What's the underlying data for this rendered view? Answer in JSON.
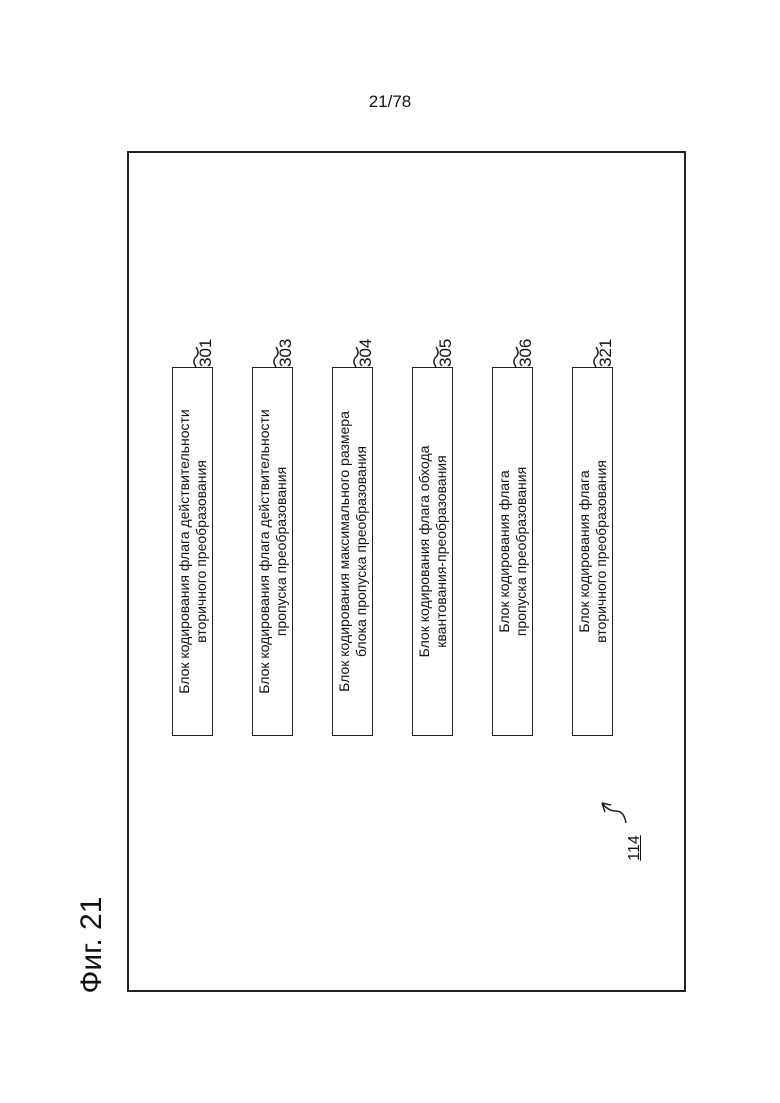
{
  "page_number": "21/78",
  "figure_label": "Фиг. 21",
  "device_ref": "114",
  "blocks": [
    {
      "ref": "301",
      "line1": "Блок кодирования флага действительности",
      "line2": "вторичного преобразования"
    },
    {
      "ref": "303",
      "line1": "Блок кодирования флага действительности",
      "line2": "пропуска преобразования"
    },
    {
      "ref": "304",
      "line1": "Блок кодирования максимального размера",
      "line2": "блока пропуска преобразования"
    },
    {
      "ref": "305",
      "line1": "Блок кодирования флага обхода",
      "line2": "квантования-преобразования"
    },
    {
      "ref": "306",
      "line1": "Блок кодирования флага",
      "line2": "пропуска преобразования"
    },
    {
      "ref": "321",
      "line1": "Блок кодирования флага",
      "line2": "вторичного преобразования"
    }
  ]
}
